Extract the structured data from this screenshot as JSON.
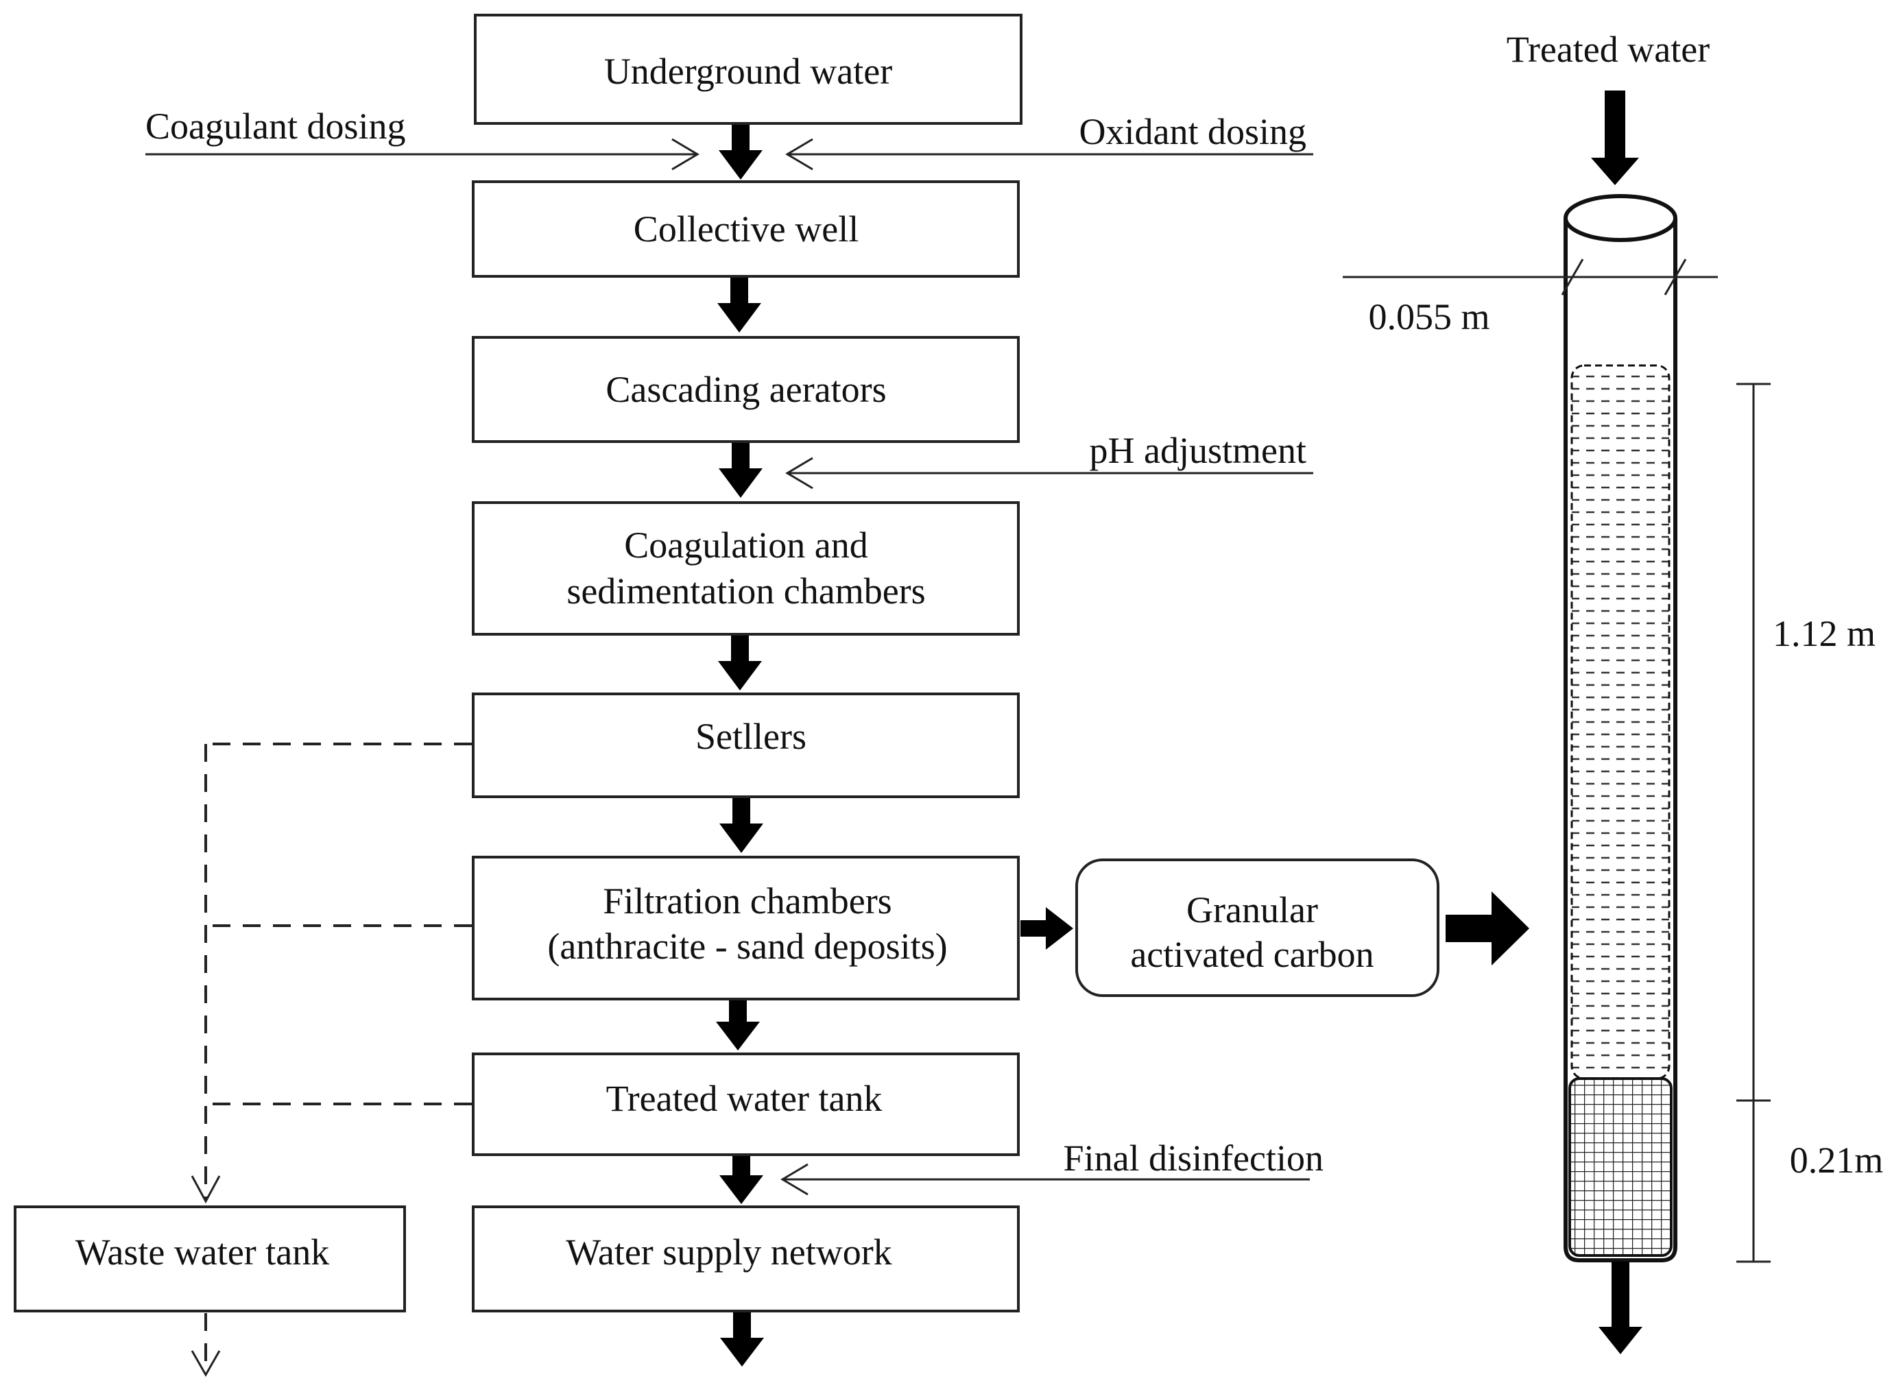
{
  "process": {
    "underground_water": "Underground water",
    "collective_well": "Collective well",
    "cascading_aerators": "Cascading aerators",
    "coag_line1": "Coagulation and",
    "coag_line2": "sedimentation chambers",
    "setllers": "Setllers",
    "filt_line1": "Filtration chambers",
    "filt_line2": "(anthracite - sand deposits)",
    "treated_water_tank": "Treated water tank",
    "water_supply_network": "Water supply network",
    "waste_water_tank": "Waste water tank",
    "gac_line1": "Granular",
    "gac_line2": "activated carbon"
  },
  "dosing": {
    "coagulant": "Coagulant dosing",
    "oxidant": "Oxidant dosing",
    "ph": "pH adjustment",
    "final": "Final disinfection"
  },
  "column": {
    "inlet_label": "Treated water",
    "diameter": "0.055 m",
    "gac_height": "1.12 m",
    "support_height": "0.21m"
  }
}
